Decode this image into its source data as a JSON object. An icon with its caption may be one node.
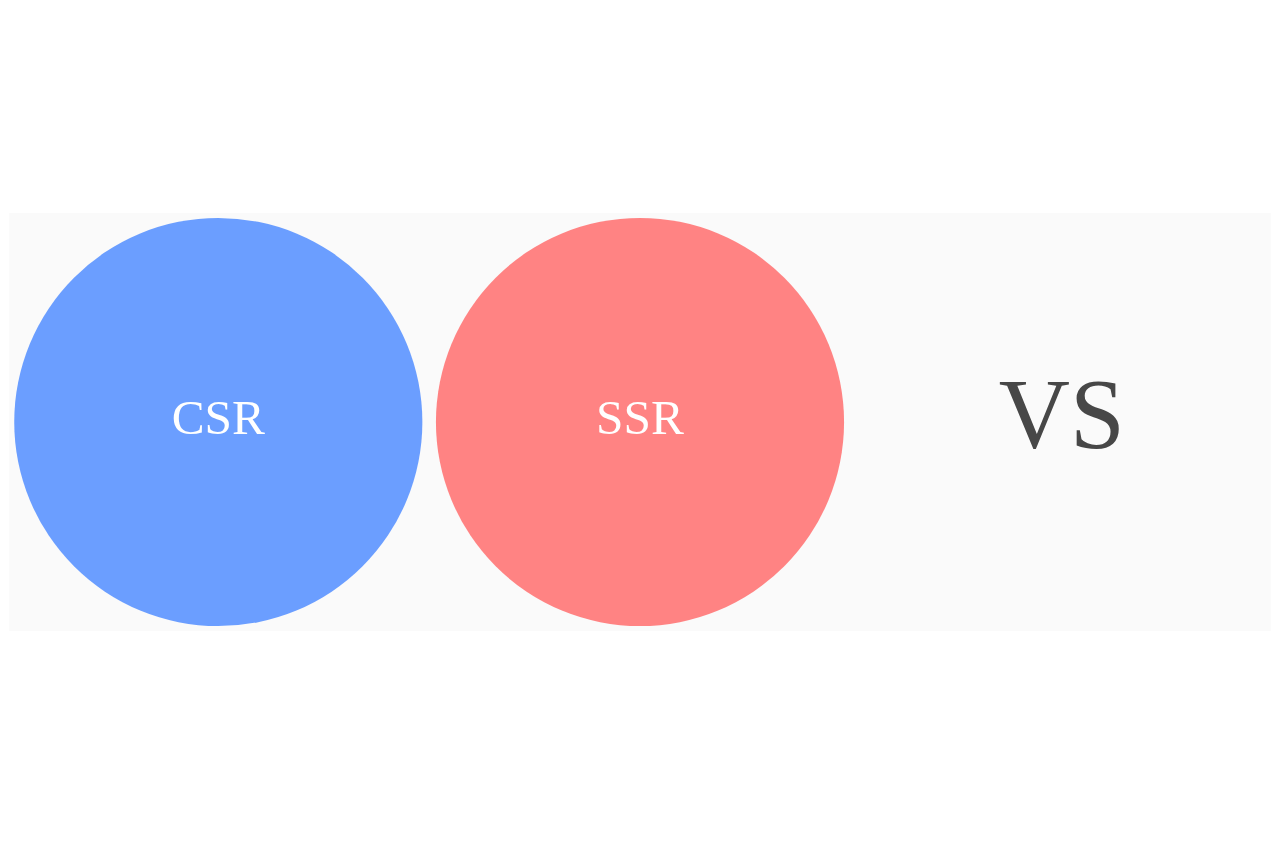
{
  "diagram": {
    "nodes": [
      {
        "text": [
          "CSR"
        ]
      },
      {
        "text": [
          "SSR"
        ]
      }
    ],
    "labels": [
      "VS"
    ]
  }
}
